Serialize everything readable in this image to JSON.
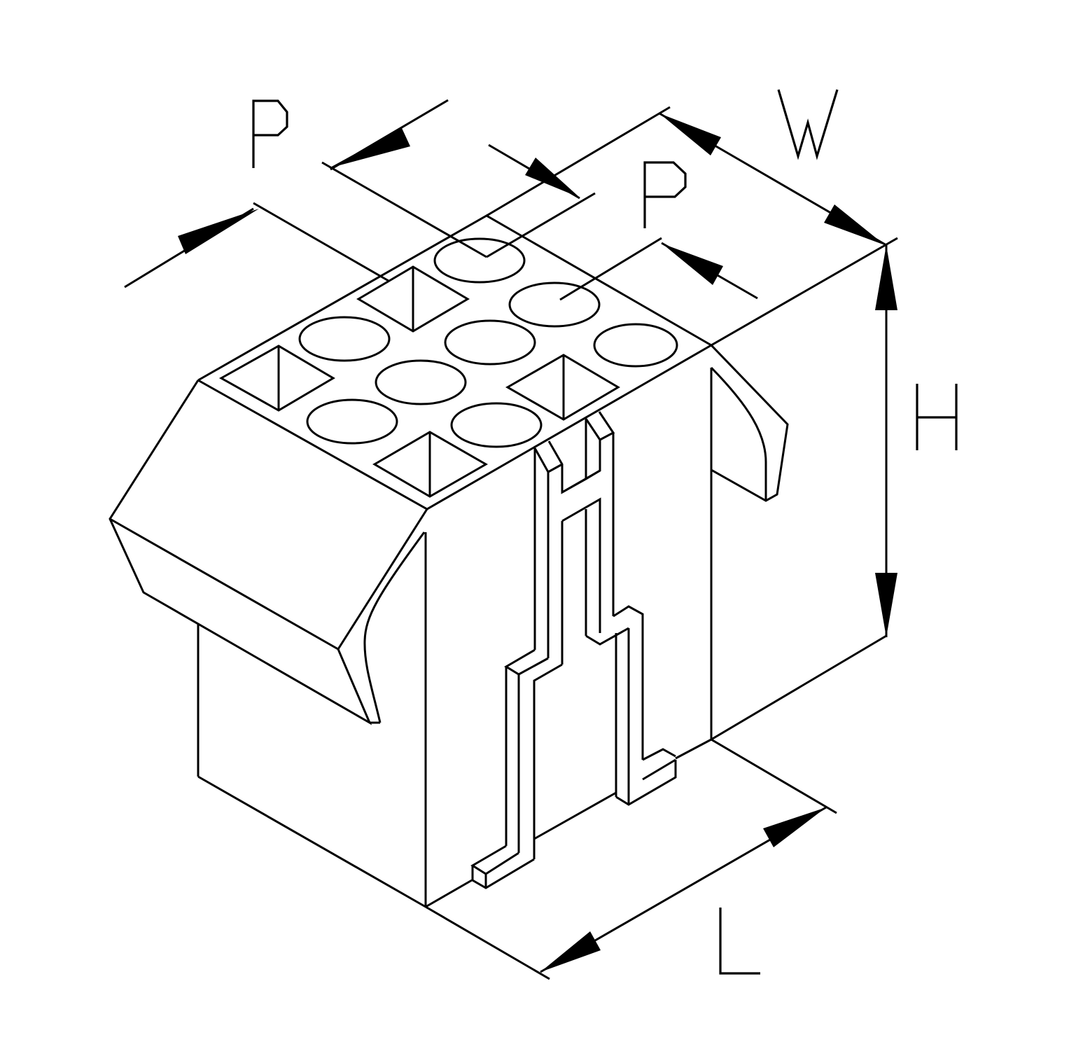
{
  "diagram": {
    "title": "Connector housing isometric dimension drawing",
    "colors": {
      "line": "#000000",
      "background": "#ffffff"
    },
    "dimension_labels": {
      "pitch_row": "P",
      "pitch_col": "P",
      "width": "W",
      "height": "H",
      "length": "L"
    },
    "cavities": {
      "round_count": 8,
      "square_polarized_count": 4,
      "grid": "3 x 4"
    }
  }
}
